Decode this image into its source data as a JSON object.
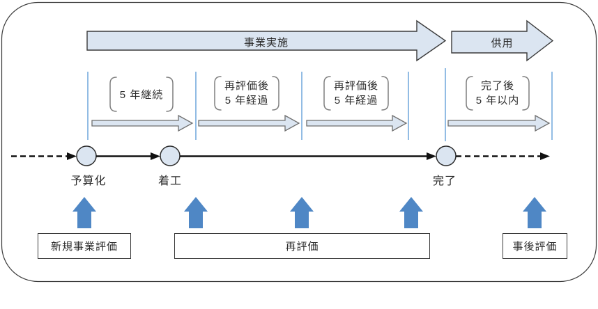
{
  "diagram": {
    "title_hint": "project evaluation timeline flow",
    "phases": [
      {
        "label": "事業実施"
      },
      {
        "label": "供用"
      }
    ],
    "intervals": [
      {
        "lines": [
          "5 年継続"
        ]
      },
      {
        "lines": [
          "再評価後",
          "5 年経過"
        ]
      },
      {
        "lines": [
          "再評価後",
          "5 年経過"
        ]
      },
      {
        "lines": [
          "完了後",
          "5 年以内"
        ]
      }
    ],
    "milestones": [
      {
        "label": "予算化"
      },
      {
        "label": "着工"
      },
      {
        "label": "完了"
      }
    ],
    "evaluations": [
      {
        "label": "新規事業評価"
      },
      {
        "label": "再評価"
      },
      {
        "label": "事後評価"
      }
    ],
    "colors": {
      "light_blue_fill": "#dbe5f1",
      "up_arrow_blue": "#4f87c5",
      "guide_line_blue": "#92bce4",
      "outline_dark": "#3a3a3a",
      "bracket_gray": "#7f7f7f",
      "text": "#2b2b2b"
    }
  }
}
